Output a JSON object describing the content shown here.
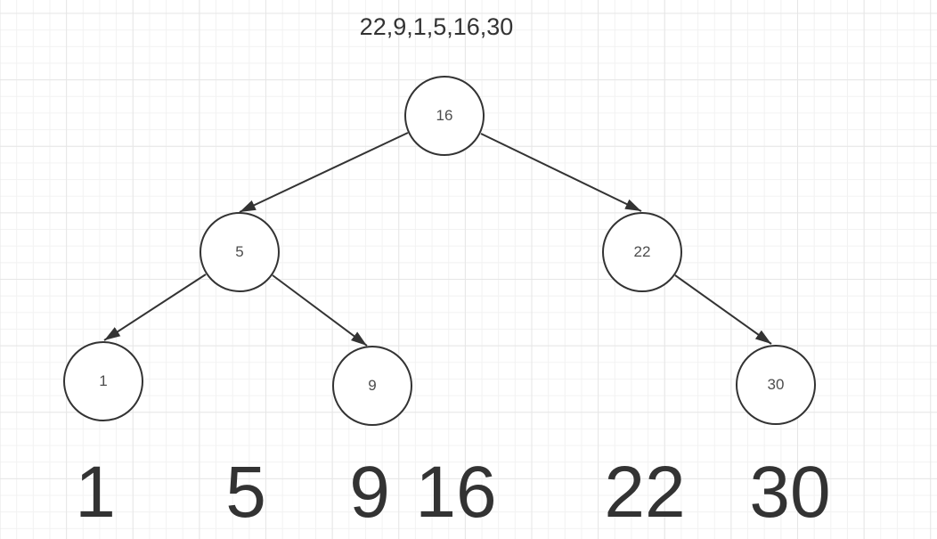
{
  "title": "22,9,1,5,16,30",
  "tree": {
    "nodes": [
      {
        "id": "16",
        "label": "16",
        "role": "root"
      },
      {
        "id": "5",
        "label": "5",
        "role": "left-child-of-16"
      },
      {
        "id": "22",
        "label": "22",
        "role": "right-child-of-16"
      },
      {
        "id": "1",
        "label": "1",
        "role": "left-child-of-5"
      },
      {
        "id": "9",
        "label": "9",
        "role": "right-child-of-5"
      },
      {
        "id": "30",
        "label": "30",
        "role": "right-child-of-22"
      }
    ],
    "edges": [
      {
        "from": "16",
        "to": "5"
      },
      {
        "from": "16",
        "to": "22"
      },
      {
        "from": "5",
        "to": "1"
      },
      {
        "from": "5",
        "to": "9"
      },
      {
        "from": "22",
        "to": "30"
      }
    ]
  },
  "sorted_output": {
    "items": [
      "1",
      "5",
      "9",
      "16",
      "22",
      "30"
    ]
  },
  "colors": {
    "stroke": "#333333",
    "node_fill": "#ffffff",
    "node_label": "#4d4d4d",
    "text": "#333333",
    "grid_minor": "#f2f2f2",
    "grid_major": "#e6e6e6",
    "background": "#ffffff"
  }
}
